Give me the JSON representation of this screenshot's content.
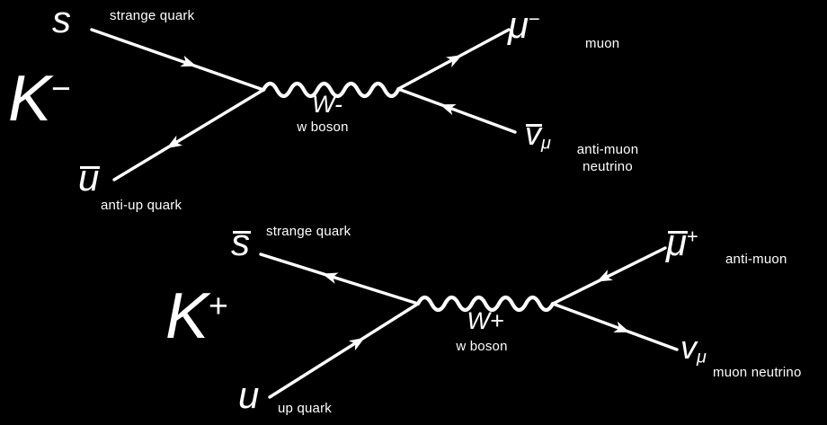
{
  "colors": {
    "background": "#000000",
    "foreground": "#ffffff"
  },
  "d1": {
    "kaon": "K",
    "kaon_charge": "−",
    "in1": "s",
    "in1_label": "strange quark",
    "in2": "u",
    "in2_label": "anti-up quark",
    "boson": "W-",
    "boson_label": "w boson",
    "out1": "μ",
    "out1_charge": "−",
    "out1_label": "muon",
    "out2": "v",
    "out2_sub": "μ",
    "out2_label1": "anti-muon",
    "out2_label2": "neutrino"
  },
  "d2": {
    "kaon": "K",
    "kaon_charge": "+",
    "in1": "s",
    "in1_label": "strange quark",
    "in2": "u",
    "in2_label": "up quark",
    "boson": "W+",
    "boson_label": "w boson",
    "out1": "μ",
    "out1_charge": "+",
    "out1_label": "anti-muon",
    "out2": "v",
    "out2_sub": "μ",
    "out2_label1": "muon neutrino"
  }
}
